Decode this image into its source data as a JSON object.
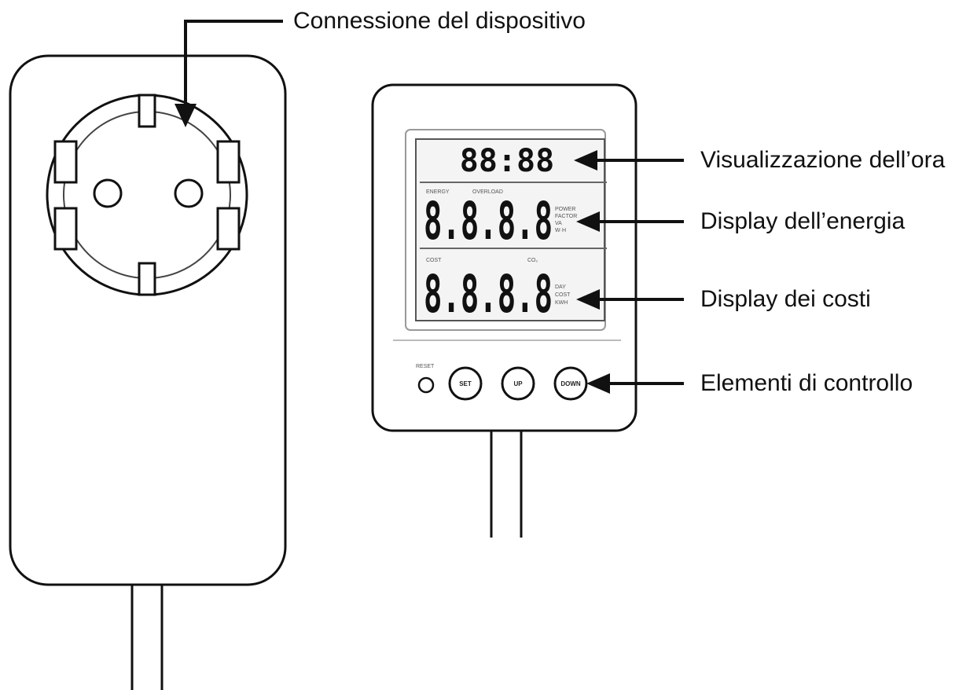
{
  "labels": {
    "device_connection": "Connessione del dispositivo",
    "time_display": "Visualizzazione dell’ora",
    "energy_display": "Display dell’energia",
    "cost_display": "Display dei costi",
    "control_elements": "Elementi di controllo"
  },
  "lcd": {
    "time": "88:88",
    "energy_digits": "8.8.8.8",
    "cost_digits": "8.8.8.8",
    "tag_energy": "ENERGY",
    "tag_overload": "OVERLOAD",
    "unit_power": "POWER",
    "unit_factor": "FACTOR",
    "unit_va": "VA",
    "unit_wh": "W·H",
    "tag_cost": "COST",
    "tag_co2": "CO₂",
    "unit_day": "DAY",
    "unit_cost": "COST",
    "unit_kwh": "KWH"
  },
  "buttons": {
    "reset": "RESET",
    "set": "SET",
    "up": "UP",
    "down": "DOWN"
  }
}
